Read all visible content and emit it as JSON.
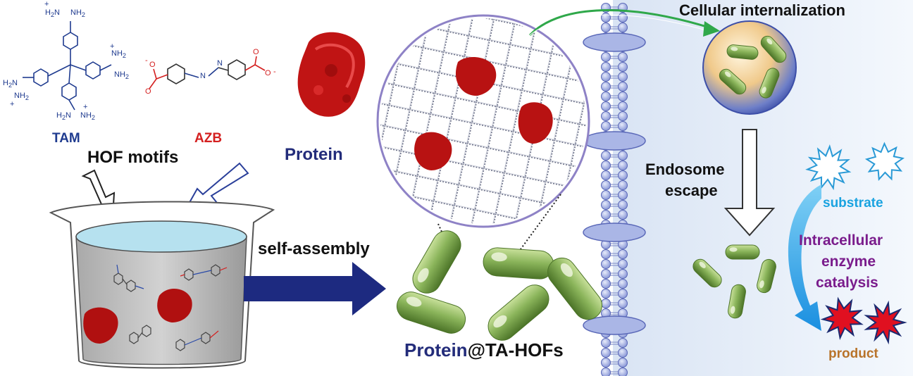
{
  "labels": {
    "tam": "TAM",
    "azb": "AZB",
    "hof_motifs": "HOF motifs",
    "protein": "Protein",
    "self_assembly": "self-assembly",
    "product_protein_part": "Protein",
    "product_hof_part": "@TA-HOFs",
    "cellular_internalization": "Cellular internalization",
    "endosome_line1": "Endosome",
    "endosome_line2": "escape",
    "substrate": "substrate",
    "catalysis_line1": "Intracellular",
    "catalysis_line2": "enzyme",
    "catalysis_line3": "catalysis",
    "product": "product"
  },
  "chem_text": {
    "amidine": "NH",
    "amidine_sub": "2",
    "h2n": "H",
    "h2n_sub": "2",
    "n_letter": "N",
    "plus": "+",
    "minus": "-",
    "oxygen": "O"
  },
  "colors": {
    "tam_blue": "#1f3b8f",
    "azb_red": "#d42020",
    "protein_navy": "#232c7a",
    "arrow_navy": "#1d2a80",
    "substrate_cyan": "#1aa3e0",
    "catalysis_purple": "#7a1c8c",
    "product_orange": "#b8732a",
    "membrane_blue": "#aab6e6",
    "rod_green": "#8ab45a"
  }
}
